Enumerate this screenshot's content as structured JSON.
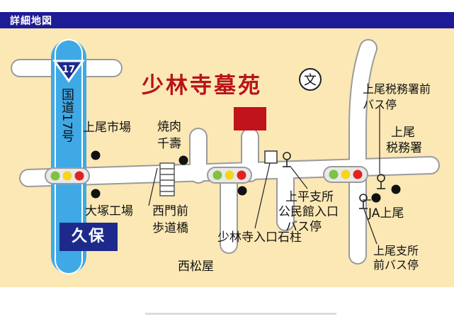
{
  "header": {
    "title": "詳細地図"
  },
  "map": {
    "title": "少林寺墓苑",
    "route_number": "17",
    "route_label": "国道17号",
    "area_label": "久保",
    "school_symbol": "文",
    "labels": {
      "ageo_market": "上尾市場",
      "yakiniku_line1": "焼肉",
      "yakiniku_line2": "千壽",
      "otsuka_factory": "大塚工場",
      "nishimon_line1": "西門前",
      "nishimon_line2": "歩道橋",
      "nishimatsuya": "西松屋",
      "shorinji_stone": "少林寺入口石柱",
      "kamihira_line1": "上平支所",
      "kamihira_line2": "公民館入口",
      "kamihira_line3": "バス停",
      "tax_office_bus_line1": "上尾税務署前",
      "tax_office_bus_line2": "バス停",
      "tax_office_line1": "上尾",
      "tax_office_line2": "税務署",
      "ja_ageo": "JA上尾",
      "ageo_branch_line1": "上尾支所",
      "ageo_branch_line2": "前バス停"
    }
  },
  "colors": {
    "header": "#1e1b96",
    "map_background": "#fbe8b5",
    "road_fill": "#ffffff",
    "road_outline": "#9b9b9b",
    "route17": "#3fa9e6",
    "area_box": "#1d2a8c",
    "temple": "#c0131c",
    "title": "#b8141b"
  }
}
